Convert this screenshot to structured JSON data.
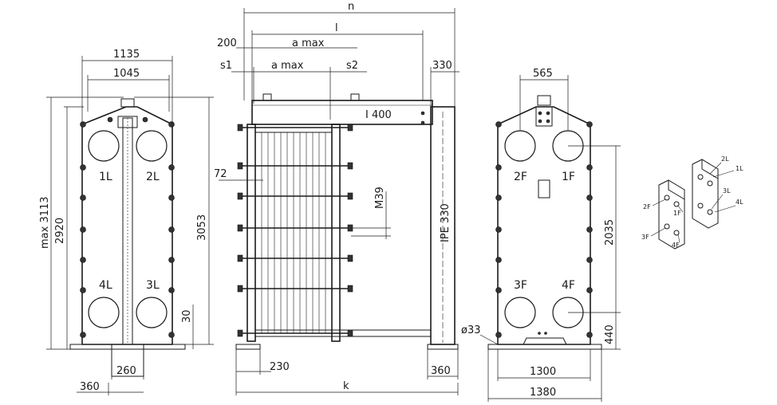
{
  "dimensions": {
    "n": "n",
    "l": "l",
    "d200": "200",
    "a_max": "a max",
    "s1": "s1",
    "s2": "s2",
    "d330": "330",
    "I400": "I 400",
    "d72": "72",
    "M39": "M39",
    "IPE330": "IPE 330",
    "phi33": "ø33",
    "d230": "230",
    "d360": "360",
    "k": "k",
    "d1135": "1135",
    "d1045": "1045",
    "max3113": "max 3113",
    "d2920": "2920",
    "d3053": "3053",
    "d30": "30",
    "d260": "260",
    "d565": "565",
    "d2035": "2035",
    "d440": "440",
    "d1300": "1300",
    "d1380": "1380"
  },
  "ports": {
    "l1": "1L",
    "l2": "2L",
    "l3": "3L",
    "l4": "4L",
    "f1": "1F",
    "f2": "2F",
    "f3": "3F",
    "f4": "4F"
  }
}
